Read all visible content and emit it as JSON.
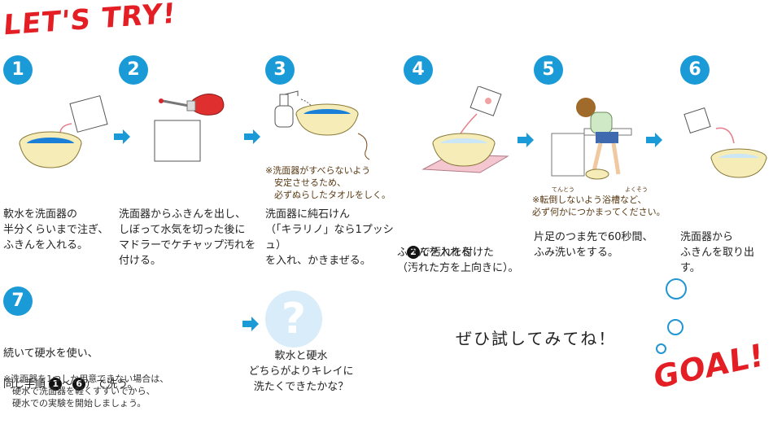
{
  "title": "LET'S TRY!",
  "steps": [
    {
      "num": "1",
      "text": "軟水を洗面器の\n半分くらいまで注ぎ、\nふきんを入れる。"
    },
    {
      "num": "2",
      "text": "洗面器からふきんを出し、\nしぼって水気を切った後に\nマドラーでケチャップ汚れを\n付ける。"
    },
    {
      "num": "3",
      "note": "※洗面器がすべらないよう\n　安定させるため、\n　必ずぬらしたタオルをしく。",
      "text": "洗面器に純石けん\n（「キラリノ」なら1プッシュ）\nを入れ、かきまぜる。"
    },
    {
      "num": "4",
      "circled": "2",
      "text_a": "で汚れを付けた",
      "text_b": "ふきんを入れる\n（汚れた方を上向きに）。"
    },
    {
      "num": "5",
      "ruby_a": "てんとう",
      "ruby_b": "よくそう",
      "note": "※転倒しないよう浴槽など、\n必ず何かにつかまってください。",
      "text": "片足のつま先で60秒間、\nふみ洗いをする。"
    },
    {
      "num": "6",
      "text": "洗面器から\nふきんを取り出す。"
    },
    {
      "num": "7",
      "text_a": "続いて硬水を使い、",
      "text_b": "同じ手順",
      "circled_a": "1",
      "range": "～",
      "circled_b": "6",
      "text_c": "）で洗う。",
      "note": "※洗面器を1つしか用意できない場合は、\n　硬水で洗面器を軽くすすいでから、\n　硬水での実験を開始しましょう。"
    }
  ],
  "question": {
    "mark": "?",
    "text": "軟水と硬水\nどちらがよりキレイに\n洗たくできたかな？"
  },
  "try_text": "ぜひ試してみてね！",
  "goal": "GOAL!",
  "colors": {
    "accent_blue": "#1a9ad6",
    "title_red": "#e31e24",
    "water_blue": "#1a7fd8",
    "towel_pink": "#f4c6d0"
  }
}
